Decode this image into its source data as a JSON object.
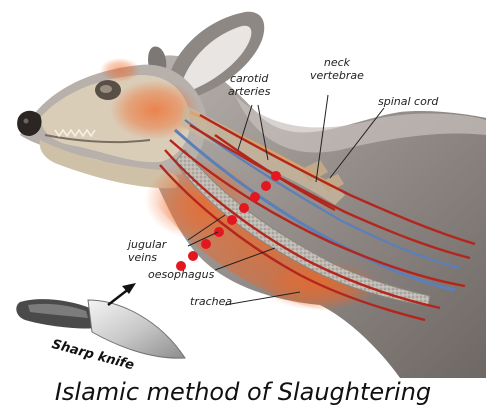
{
  "labels": {
    "carotid_arteries": [
      "carotid",
      "arteries"
    ],
    "neck_vertebrae": [
      "neck",
      "vertebrae"
    ],
    "spinal_cord": "spinal cord",
    "jugular_veins": [
      "jugular",
      "veins"
    ],
    "oesophagus": "oesophagus",
    "trachea": "trachea",
    "knife": "Sharp knife"
  },
  "caption": "Islamic method of Slaughtering",
  "colors": {
    "artery": "#b3261e",
    "vein": "#5b7fb8",
    "blood_dot": "#e3171f",
    "glow": "#f26522",
    "hide": "#9c9694",
    "skull": "#dccfb8"
  }
}
